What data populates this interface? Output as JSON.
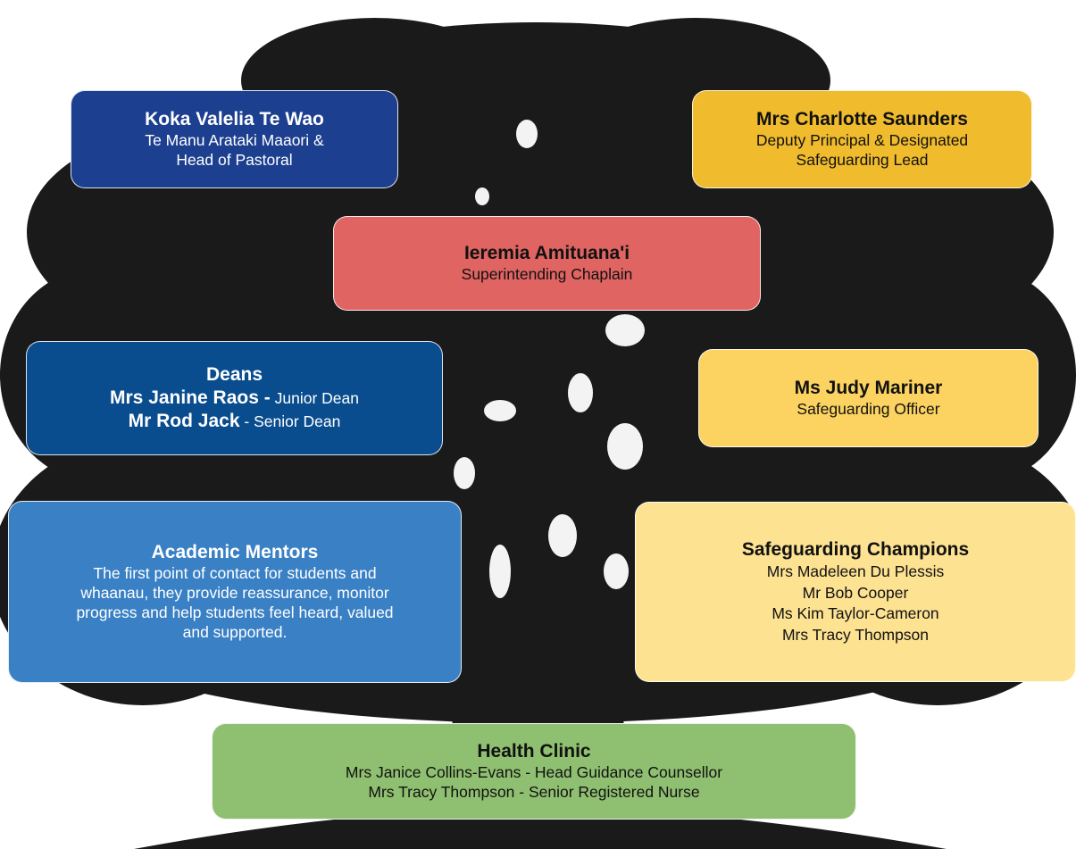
{
  "colors": {
    "tree": "#1a1a1a",
    "navy": "#1d3f8f",
    "gold": "#f0bb2c",
    "red": "#df6462",
    "deep_blue": "#0a4d8e",
    "pale_gold": "#fcd361",
    "mid_blue": "#3a80c5",
    "cream": "#fde292",
    "green": "#8fbf70"
  },
  "koka": {
    "name": "Koka Valelia Te Wao",
    "role_line1": "Te Manu Arataki Maaori &",
    "role_line2": "Head of Pastoral"
  },
  "charlotte": {
    "name": "Mrs Charlotte Saunders",
    "role_line1": "Deputy Principal & Designated",
    "role_line2": "Safeguarding Lead"
  },
  "ieremia": {
    "name": "Ieremia Amituana'i",
    "role": "Superintending Chaplain"
  },
  "deans": {
    "title": "Deans",
    "junior_name": "Mrs Janine Raos -",
    "junior_role": " Junior Dean",
    "senior_name": "Mr Rod Jack",
    "senior_role": " - Senior Dean"
  },
  "judy": {
    "name": "Ms Judy Mariner",
    "role": "Safeguarding Officer"
  },
  "mentors": {
    "title": "Academic Mentors",
    "line1": "The first point of contact for students and",
    "line2": "whaanau, they provide reassurance, monitor",
    "line3": "progress and help students feel heard, valued",
    "line4": "and supported."
  },
  "champions": {
    "title": "Safeguarding Champions",
    "members": [
      "Mrs Madeleen Du Plessis",
      "Mr Bob Cooper",
      "Ms Kim Taylor-Cameron",
      "Mrs Tracy Thompson"
    ]
  },
  "clinic": {
    "title": "Health Clinic",
    "line1": "Mrs Janice Collins-Evans - Head Guidance Counsellor",
    "line2": "Mrs Tracy Thompson - Senior Registered Nurse"
  }
}
